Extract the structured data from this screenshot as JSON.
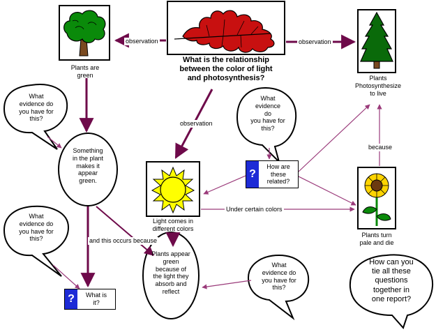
{
  "question": {
    "text": "What is the relationship\nbetween the color of light\nand photosynthesis?"
  },
  "nodes": {
    "plants_green": "Plants are\ngreen",
    "photosynthesize": "Plants\nPhotosynthesize\nto live",
    "something_plant": "Something\nin the plant\nmakes it\nappear\ngreen.",
    "light_colors": "Light comes in\ndifferent colors",
    "plants_pale": "Plants turn\npale and die",
    "plants_appear": "Plants appear\ngreen\nbecause of\nthe light they\nabsorb and\nreflect"
  },
  "questions": {
    "how_related": "How are\nthese\nrelated?",
    "what_is_it": "What is\nit?"
  },
  "bubbles": {
    "evidence_left_top": "What\nevidence do\nyou have for\nthis?",
    "evidence_left_bottom": "What\nevidence do\nyou have for\nthis?",
    "evidence_center": "What\nevidence\ndo\nyou have for\nthis?",
    "evidence_right": "What\nevidence do\nyou have for\nthis?",
    "tie_together": "How can you\ntie all these\nquestions\ntogether in\none report?"
  },
  "links": {
    "observation_left": "observation",
    "observation_right": "observation",
    "observation_center": "observation",
    "under_certain_colors": "Under certain colors",
    "because": "because",
    "and_this_occurs": "and this occurs because"
  },
  "icons": {
    "leaf": "oak-leaf-icon",
    "tree": "tree-icon",
    "pine": "pine-tree-icon",
    "sun": "sun-icon",
    "sunflower": "sunflower-icon",
    "question": "question-mark-icon"
  },
  "colors": {
    "arrow_dark": "#6e0a4a",
    "arrow_light": "#9a3a7a",
    "leaf": "#c81010",
    "question_icon": "#1d2bd6",
    "sun": "#ffff00",
    "tree": "#0a8a0a"
  }
}
